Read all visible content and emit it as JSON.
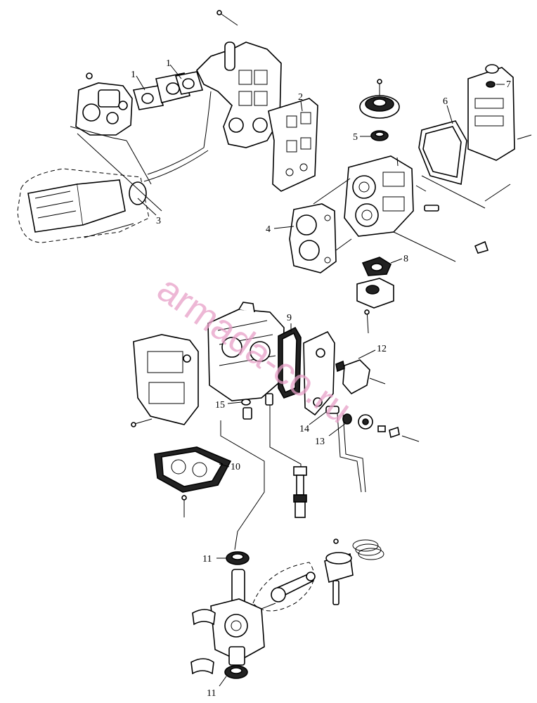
{
  "watermark": "armada-co.ru",
  "callouts": [
    {
      "id": "callout-1a",
      "text": "1"
    },
    {
      "id": "callout-1b",
      "text": "1"
    },
    {
      "id": "callout-2",
      "text": "2"
    },
    {
      "id": "callout-3",
      "text": "3"
    },
    {
      "id": "callout-4",
      "text": "4"
    },
    {
      "id": "callout-5",
      "text": "5"
    },
    {
      "id": "callout-6",
      "text": "6"
    },
    {
      "id": "callout-7",
      "text": "7"
    },
    {
      "id": "callout-8",
      "text": "8"
    },
    {
      "id": "callout-9",
      "text": "9"
    },
    {
      "id": "callout-10",
      "text": "10"
    },
    {
      "id": "callout-11a",
      "text": "11"
    },
    {
      "id": "callout-11b",
      "text": "11"
    },
    {
      "id": "callout-12",
      "text": "12"
    },
    {
      "id": "callout-13",
      "text": "13"
    },
    {
      "id": "callout-14",
      "text": "14"
    },
    {
      "id": "callout-15",
      "text": "15"
    }
  ]
}
